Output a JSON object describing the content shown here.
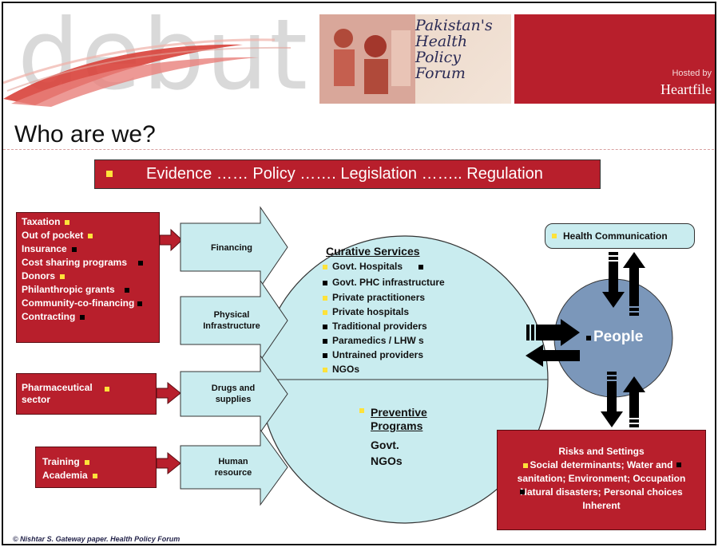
{
  "header": {
    "debut_text": "debut",
    "forum_title": "Pakistan's\nHealth\nPolicy\nForum",
    "hosted_by": "Hosted by",
    "host_name": "Heartfile"
  },
  "page_title": "Who are we?",
  "banner": {
    "text": "Evidence …… Policy ……. Legislation …….. Regulation"
  },
  "left_boxes": {
    "financing_sources": [
      {
        "label": "Taxation",
        "bullet": "yellow"
      },
      {
        "label": "Out of pocket",
        "bullet": "yellow"
      },
      {
        "label": "Insurance",
        "bullet": "black"
      },
      {
        "label": "Cost sharing programs",
        "bullet": "black"
      },
      {
        "label": "Donors",
        "bullet": "yellow"
      },
      {
        "label": "Philanthropic grants",
        "bullet": "black"
      },
      {
        "label": "Community-co-financing",
        "bullet": "black"
      },
      {
        "label": "Contracting",
        "bullet": "black"
      }
    ],
    "pharma": {
      "label": "Pharmaceutical sector",
      "bullet": "yellow"
    },
    "training": [
      {
        "label": "Training",
        "bullet": "yellow"
      },
      {
        "label": "Academia",
        "bullet": "yellow"
      }
    ]
  },
  "arrows": [
    {
      "label": "Financing"
    },
    {
      "label": "Physical Infrastructure"
    },
    {
      "label": "Drugs and supplies"
    },
    {
      "label": "Human resource"
    }
  ],
  "curative": {
    "title": "Curative Services",
    "items": [
      {
        "label": "Govt. Hospitals",
        "bullet": "yellow"
      },
      {
        "label": "Govt. PHC infrastructure",
        "bullet": "black"
      },
      {
        "label": "Private practitioners",
        "bullet": "yellow"
      },
      {
        "label": "Private hospitals",
        "bullet": "yellow"
      },
      {
        "label": "Traditional providers",
        "bullet": "black"
      },
      {
        "label": "Paramedics / LHW s",
        "bullet": "black"
      },
      {
        "label": "Untrained providers",
        "bullet": "black"
      },
      {
        "label": "NGOs",
        "bullet": "yellow"
      }
    ]
  },
  "preventive": {
    "title": "Preventive\nPrograms",
    "items": [
      "Govt.",
      "NGOs"
    ]
  },
  "health_communication": "Health Communication",
  "people": "People",
  "risks": {
    "lines": [
      "Risks and Settings",
      "Social determinants; Water and",
      "sanitation; Environment; Occupation",
      "Natural disasters; Personal choices",
      "Inherent"
    ]
  },
  "footer": "© Nishtar S. Gateway paper. Health Policy Forum",
  "colors": {
    "brand_red": "#b81f2c",
    "arrow_fill": "#c9ecef",
    "people_circle": "#7b97ba",
    "bullet_yellow": "#ffe23a"
  }
}
